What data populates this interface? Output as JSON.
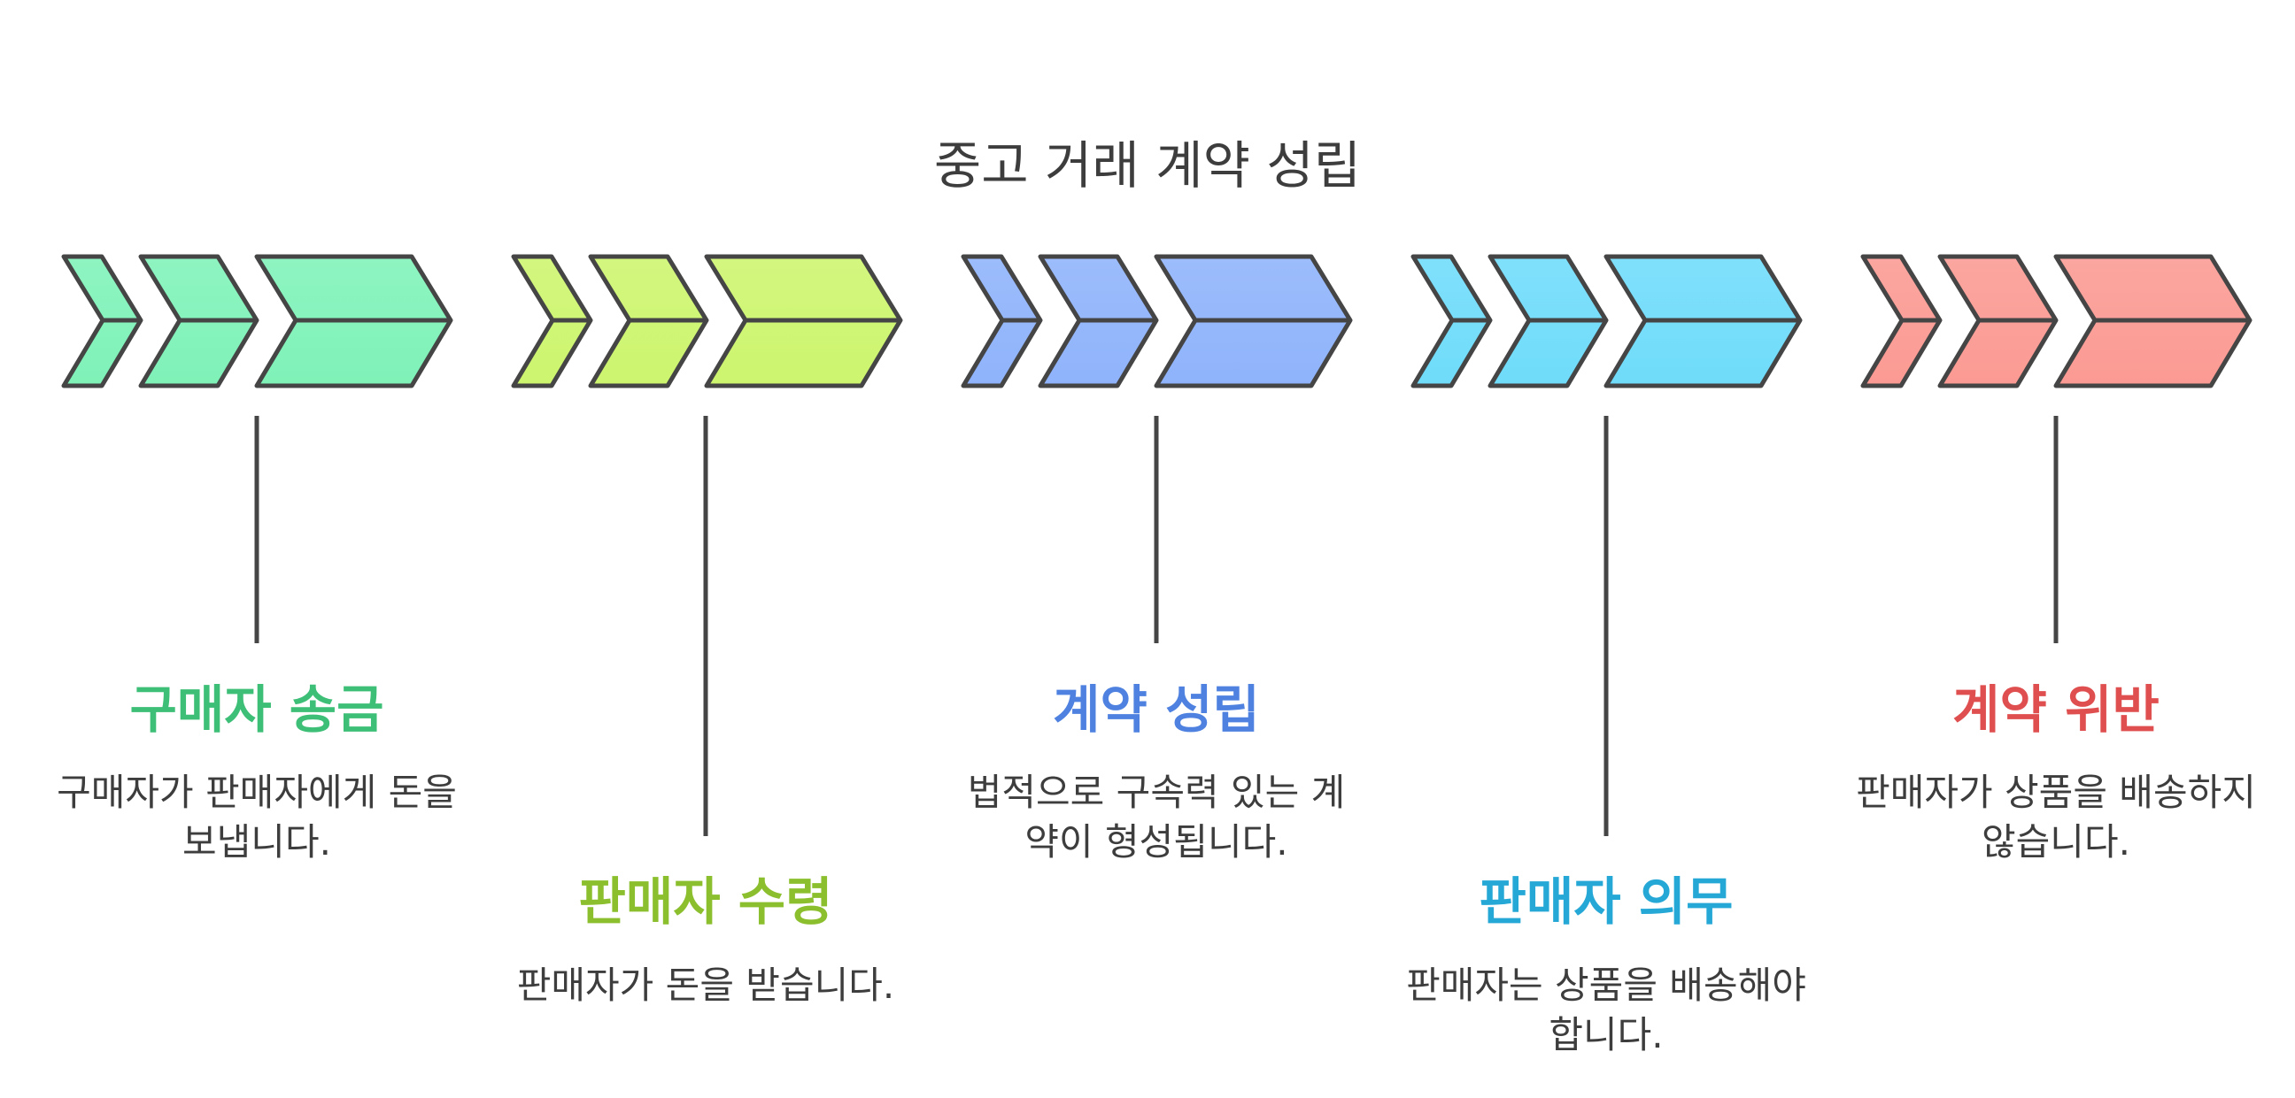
{
  "title": "중고 거래 계약 성립",
  "steps": [
    {
      "title": "구매자 송금",
      "description": "구매자가 판매자에게 돈을 보냅니다.",
      "title_color": "#3dbf77",
      "fill_color": "#7ff2b8"
    },
    {
      "title": "판매자 수령",
      "description": "판매자가 돈을 받습니다.",
      "title_color": "#8cbf2e",
      "fill_color": "#cdf56e"
    },
    {
      "title": "계약 성립",
      "description": "법적으로 구속력 있는 계약이 형성됩니다.",
      "title_color": "#4f82e0",
      "fill_color": "#8fb3fb"
    },
    {
      "title": "판매자 의무",
      "description": "판매자는 상품을 배송해야 합니다.",
      "title_color": "#26a8d6",
      "fill_color": "#6fdcfa"
    },
    {
      "title": "계약 위반",
      "description": "판매자가 상품을 배송하지 않습니다.",
      "title_color": "#e04f4f",
      "fill_color": "#fb9a93"
    }
  ]
}
